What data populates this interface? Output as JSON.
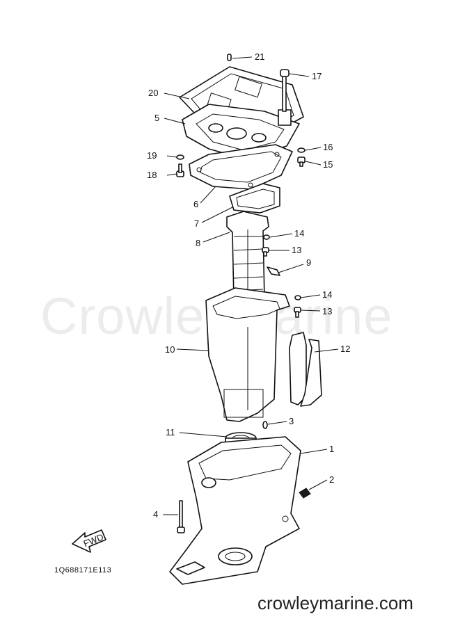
{
  "watermark_text": "CrowleyMarine",
  "site_text": "crowleymarine.com",
  "diagram_code": "1Q688171E113",
  "fwd_label": "FWD",
  "callouts": {
    "c1": "1",
    "c2": "2",
    "c3": "3",
    "c4": "4",
    "c5": "5",
    "c6": "6",
    "c7": "7",
    "c8": "8",
    "c9": "9",
    "c10": "10",
    "c11": "11",
    "c12": "12",
    "c13a": "13",
    "c13b": "13",
    "c14a": "14",
    "c14b": "14",
    "c15": "15",
    "c16": "16",
    "c17": "17",
    "c18": "18",
    "c19": "19",
    "c20": "20",
    "c21": "21"
  }
}
